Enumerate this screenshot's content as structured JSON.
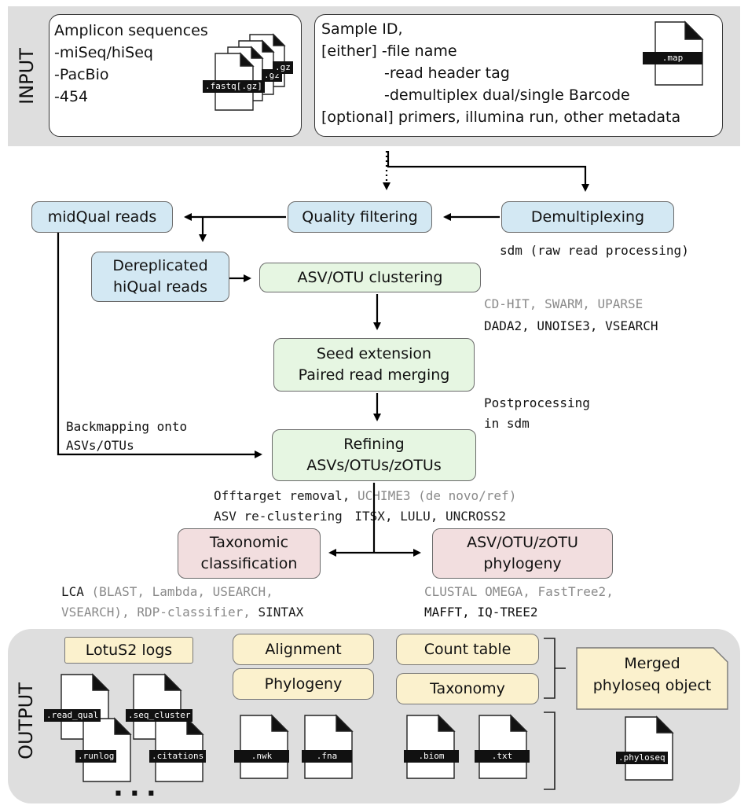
{
  "input": {
    "side_label": "INPUT",
    "box1_lines": [
      "Amplicon sequences",
      "-miSeq/hiSeq",
      "-PacBio",
      "-454"
    ],
    "box2_lines": [
      "Sample ID,",
      "[either] -file name",
      "-read header tag",
      "-demultiplex dual/single Barcode",
      "[optional] primers, illumina run, other metadata"
    ],
    "fastq_tag": ".fastq[.gz]",
    "fastq_stack_tags": [
      ".gz",
      ".gz"
    ],
    "map_tag": ".map"
  },
  "nodes": {
    "midqual": "midQual reads",
    "quality_filtering": "Quality filtering",
    "demultiplexing": "Demultiplexing",
    "dereplicated": [
      "Dereplicated",
      "hiQual reads"
    ],
    "clustering": "ASV/OTU clustering",
    "seed": [
      "Seed extension",
      "Paired read merging"
    ],
    "refining": [
      "Refining",
      "ASVs/OTUs/zOTUs"
    ],
    "taxonomic": [
      "Taxonomic",
      "classification"
    ],
    "phylogeny_node": [
      "ASV/OTU/zOTU",
      "phylogeny"
    ]
  },
  "annotations": {
    "sdm": "sdm (raw read processing)",
    "clust_tools_gray": "CD-HIT, SWARM, UPARSE",
    "clust_tools_black": "DADA2, UNOISE3, VSEARCH",
    "postprocessing": [
      "Postprocessing",
      "in sdm"
    ],
    "backmapping": [
      "Backmapping onto",
      "ASVs/OTUs"
    ],
    "offtarget_a": "Offtarget removal,",
    "offtarget_b": "UCHIME3 (de novo/ref)",
    "recluster_a": "ASV re-clustering",
    "recluster_b": "ITSX, LULU, UNCROSS2",
    "lca_a": "LCA",
    "lca_b": "(BLAST, Lambda, USEARCH,",
    "vsearch_a": "VSEARCH),",
    "vsearch_b": "RDP-classifier,",
    "vsearch_c": "SINTAX",
    "clustal": "CLUSTAL OMEGA, FastTree2,",
    "mafft": "MAFFT, IQ-TREE2"
  },
  "output": {
    "side_label": "OUTPUT",
    "logs": "LotuS2 logs",
    "alignment": "Alignment",
    "phylogeny": "Phylogeny",
    "count_table": "Count table",
    "taxonomy": "Taxonomy",
    "merged": [
      "Merged",
      "phyloseq object"
    ],
    "files": {
      "read_qual": ".read_qual",
      "seq_cluster": ".seq_cluster",
      "runlog": ".runlog",
      "citations": ".citations",
      "nwk": ".nwk",
      "fna": ".fna",
      "biom": ".biom",
      "txt": ".txt",
      "phyloseq": ".phyloseq"
    },
    "ellipsis": "..."
  }
}
